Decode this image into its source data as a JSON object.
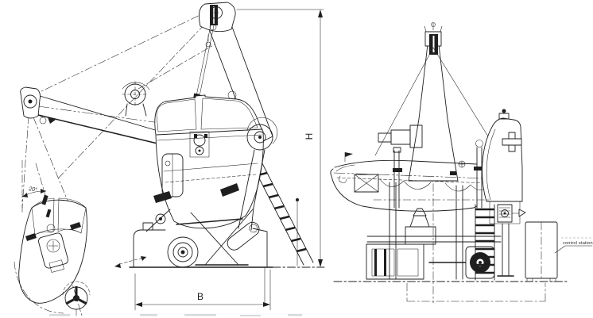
{
  "colors": {
    "background": "#ffffff",
    "ink": "#1f1f1f",
    "faint_marks": "#c9c9c9"
  },
  "side_view": {
    "dim_height": "H",
    "dim_breadth": "B",
    "swing_angle": "20°"
  },
  "front_view": {
    "control_station_label": "control station"
  }
}
